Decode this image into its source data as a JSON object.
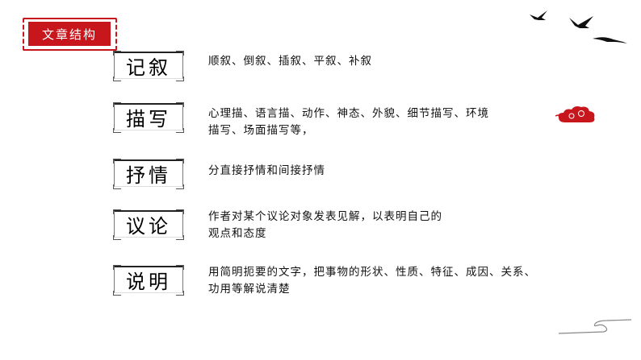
{
  "header": {
    "stamp_title": "文章结构"
  },
  "sections": [
    {
      "label": "记叙",
      "lines": [
        "顺叙、倒叙、插叙、平叙、补叙"
      ]
    },
    {
      "label": "描写",
      "lines": [
        "心理描、语言描、动作、神态、外貌、细节描写、环境",
        "描写、场面描写等，"
      ]
    },
    {
      "label": "抒情",
      "lines": [
        "分直接抒情和间接抒情"
      ]
    },
    {
      "label": "议论",
      "lines": [
        "作者对某个议论对象发表见解，以表明自己的",
        "观点和态度"
      ]
    },
    {
      "label": "说明",
      "lines": [
        "用简明扼要的文字，把事物的形状、性质、特征、成因、关系、",
        "功用等解说清楚"
      ]
    }
  ],
  "decorations": {
    "birds_icon": "flying-birds",
    "cloud_icon": "auspicious-cloud",
    "swoosh_icon": "ink-swoosh"
  },
  "colors": {
    "accent_red": "#c8161d",
    "text": "#111111",
    "background": "#ffffff"
  }
}
